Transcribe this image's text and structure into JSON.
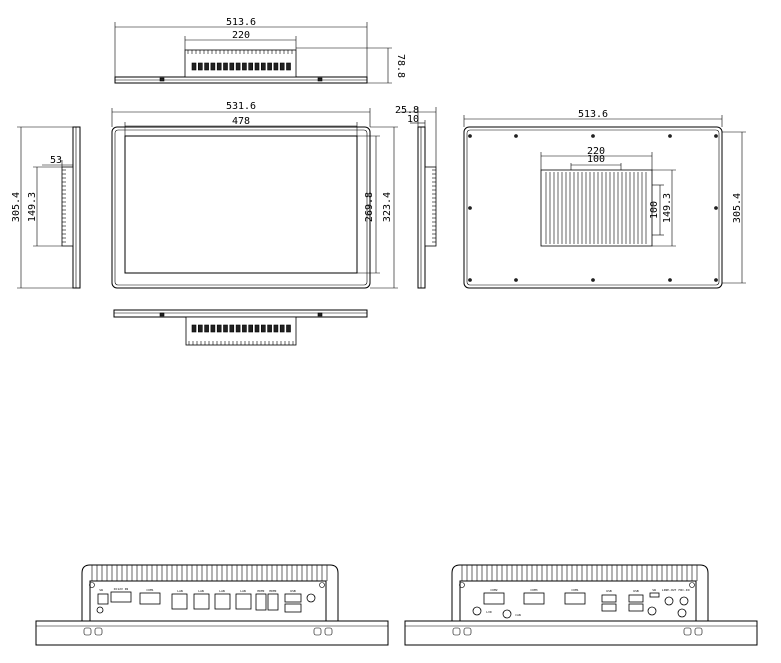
{
  "dimensions": {
    "top_width": "513.6",
    "top_box_width": "220",
    "top_depth": "78.8",
    "front_width": "531.6",
    "front_view_width": "478",
    "front_height": "323.4",
    "front_view_height": "269.8",
    "side_depth": "25.8",
    "side_bezel": "10",
    "left_box_depth": "53",
    "left_height": "305.4",
    "left_box_height": "149.3",
    "rear_width": "513.6",
    "rear_box_width": "220",
    "rear_mount_width": "100",
    "rear_height": "305.4",
    "rear_box_height": "149.3",
    "rear_mount_height": "100"
  },
  "io_labels": {
    "left_panel": [
      "SW",
      "DC12V IN",
      "COM1",
      "LAN",
      "LAN",
      "LAN",
      "LAN",
      "HDMI",
      "HDMI",
      "USB"
    ],
    "right_panel": [
      "COM2",
      "COM3",
      "COM1",
      "USB",
      "USB",
      "SW",
      "LINE-OUT",
      "MIC-IN",
      "LVD",
      "CAN"
    ]
  },
  "colors": {
    "line": "#000000",
    "background": "#ffffff"
  }
}
